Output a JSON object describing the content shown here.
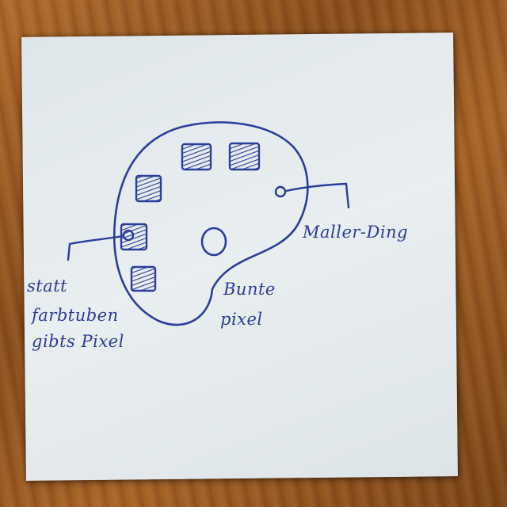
{
  "image": {
    "subject": "sticky note with pen sketch on wooden table",
    "ink_color": "#2b3e9b",
    "paper_color": "#e5ebee",
    "table_color": "#9a5a23"
  },
  "labels": {
    "left": {
      "line1": "statt",
      "line2": "farbtuben",
      "line3": "gibts Pixel"
    },
    "right": "Maller-Ding",
    "middle": {
      "line1": "Bunte",
      "line2": "pixel"
    }
  }
}
